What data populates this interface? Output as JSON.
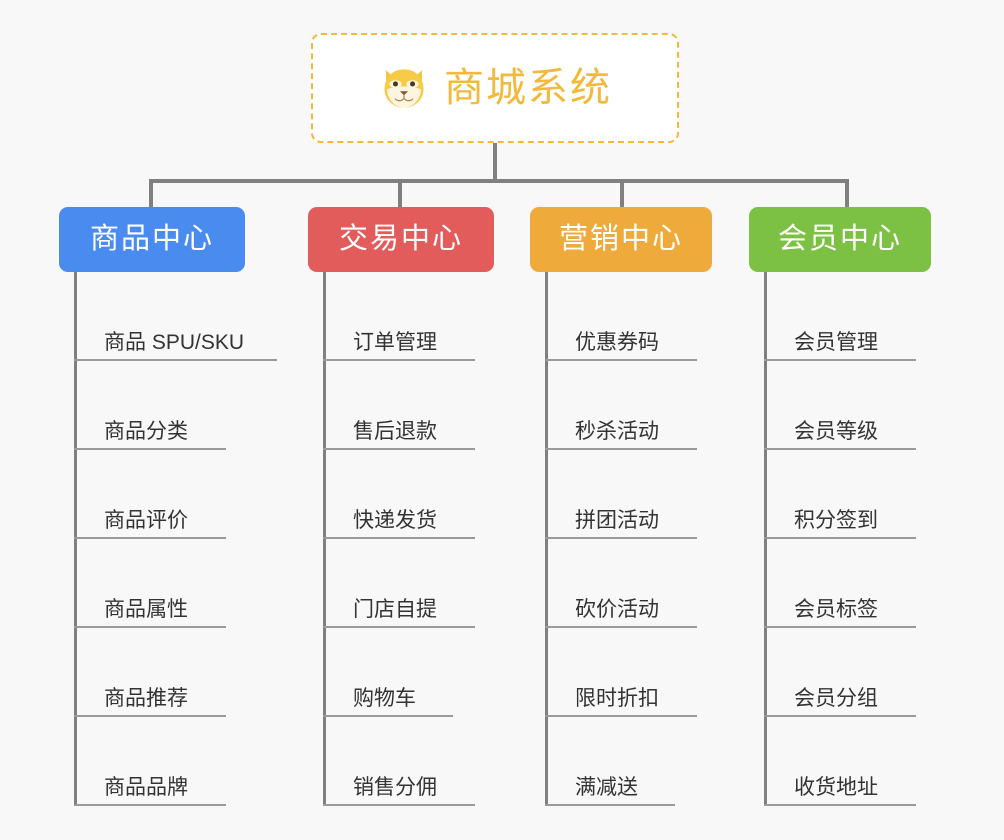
{
  "canvas": {
    "background": "#f8f8f8",
    "line_color": "#808080",
    "leaf_text_color": "#333333"
  },
  "root": {
    "title": "商城系统",
    "icon": "shiba-dog-face-icon",
    "border_color": "#f2b93c",
    "text_color": "#f2b93c",
    "background": "#ffffff"
  },
  "columns": [
    {
      "label": "商品中心",
      "color": "#4a8bf0",
      "items": [
        "商品 SPU/SKU",
        "商品分类",
        "商品评价",
        "商品属性",
        "商品推荐",
        "商品品牌"
      ]
    },
    {
      "label": "交易中心",
      "color": "#e25c5c",
      "items": [
        "订单管理",
        "售后退款",
        "快递发货",
        "门店自提",
        "购物车",
        "销售分佣"
      ]
    },
    {
      "label": "营销中心",
      "color": "#eeab3c",
      "items": [
        "优惠券码",
        "秒杀活动",
        "拼团活动",
        "砍价活动",
        "限时折扣",
        "满减送"
      ]
    },
    {
      "label": "会员中心",
      "color": "#7cc144",
      "items": [
        "会员管理",
        "会员等级",
        "积分签到",
        "会员标签",
        "会员分组",
        "收货地址"
      ]
    }
  ]
}
